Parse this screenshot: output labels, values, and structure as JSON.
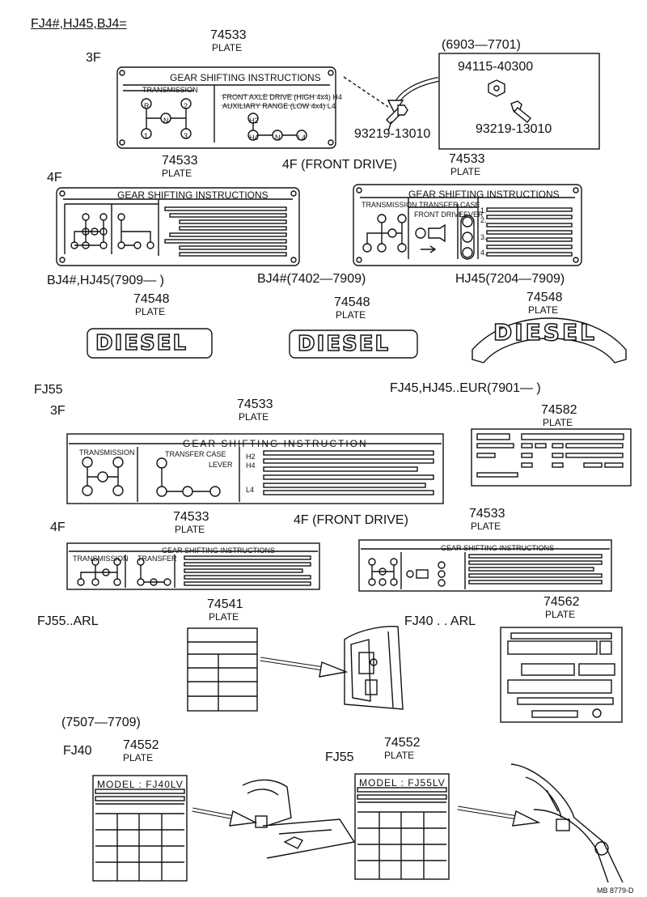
{
  "header": {
    "models": "FJ4#,HJ45,BJ4="
  },
  "s1": {
    "variant": "3F",
    "part": "74533",
    "part_name": "PLATE",
    "plate_title": "GEAR SHIFTING INSTRUCTIONS",
    "transmission": "TRANSMISSION",
    "front_axle": "FRONT AXLE DRIVE (HIGH 4x4) H4",
    "aux_range": "AUXILIARY RANGE (LOW 4x4) L4",
    "gears": [
      "R",
      "2",
      "N",
      "1",
      "3"
    ],
    "tc": [
      "H2",
      "H4",
      "N",
      "L4"
    ],
    "bolt_part": "93219-13010"
  },
  "s2": {
    "date_range": "(6903—7701)",
    "nut_part": "94115-40300",
    "bolt_part": "93219-13010"
  },
  "s3": {
    "variant": "4F",
    "part": "74533",
    "part_name": "PLATE",
    "plate_title": "GEAR SHIFTING INSTRUCTIONS"
  },
  "s4": {
    "variant": "4F (FRONT DRIVE)",
    "part": "74533",
    "part_name": "PLATE",
    "plate_title": "GEAR SHIFTING INSTRUCTIONS",
    "transmission": "TRANSMISSION",
    "transfer": "TRANSFER CASE",
    "front_drive": "FRONT DRIVE",
    "lever": "LEVER",
    "rows": [
      "1.",
      "2.",
      "3.",
      "4."
    ]
  },
  "diesel": [
    {
      "model": "BJ4#,HJ45(7909—    )",
      "part": "74548",
      "part_name": "PLATE",
      "text": "DIESEL"
    },
    {
      "model": "BJ4#(7402—7909)",
      "part": "74548",
      "part_name": "PLATE",
      "text": "DIESEL"
    },
    {
      "model": "HJ45(7204—7909)",
      "part": "74548",
      "part_name": "PLATE",
      "text": "DIESEL"
    }
  ],
  "fj55": {
    "model": "FJ55",
    "variant": "3F",
    "part": "74533",
    "part_name": "PLATE",
    "plate_title": "GEAR SHIFTING INSTRUCTION",
    "transmission": "TRANSMISSION",
    "transfer": "TRANSFER CASE",
    "lever": "LEVER",
    "rows": [
      "H2",
      "H4",
      "L4"
    ]
  },
  "eur": {
    "model": "FJ45,HJ45..EUR(7901—    )",
    "part": "74582",
    "part_name": "PLATE"
  },
  "fj55_4f": {
    "variant": "4F",
    "part": "74533",
    "part_name": "PLATE",
    "plate_title": "GEAR SHIFTING INSTRUCTIONS",
    "transmission": "TRANSMISSION",
    "transfer": "TRANSFER"
  },
  "fj55_fd": {
    "variant": "4F (FRONT DRIVE)",
    "part": "74533",
    "part_name": "PLATE",
    "plate_title": "GEAR SHIFTING INSTRUCTIONS"
  },
  "arl1": {
    "model": "FJ55..ARL",
    "part": "74541",
    "part_name": "PLATE"
  },
  "arl2": {
    "model": "FJ40 . . ARL",
    "part": "74562",
    "part_name": "PLATE"
  },
  "model_plates": {
    "date_range": "(7507—7709)",
    "left": {
      "model": "FJ40",
      "part": "74552",
      "part_name": "PLATE",
      "plate_text": "MODEL : FJ40LV"
    },
    "right": {
      "model": "FJ55",
      "part": "74552",
      "part_name": "PLATE",
      "plate_text": "MODEL : FJ55LV"
    }
  },
  "footer": {
    "code": "MB 8779-D"
  }
}
